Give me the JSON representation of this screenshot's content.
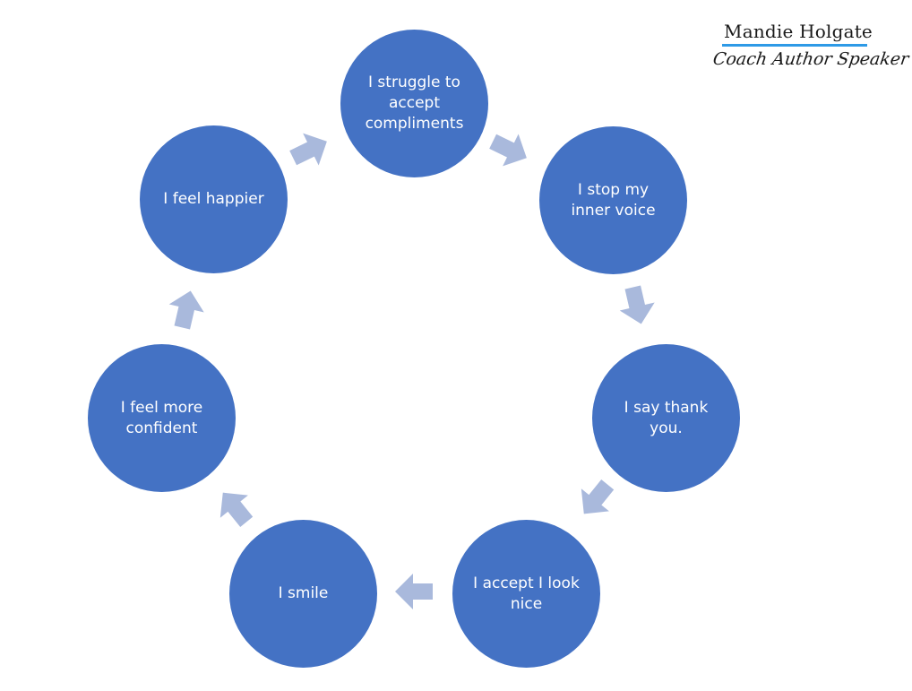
{
  "brand": {
    "name": "Mandie Holgate",
    "tagline": "Coach Author Speaker",
    "rule_color": "#2e9ae6"
  },
  "cycle": {
    "node_color": "#4472c4",
    "arrow_color": "#a9b9dc",
    "nodes": [
      {
        "id": "struggle",
        "label": "I struggle to accept compliments"
      },
      {
        "id": "stop-inner-voice",
        "label": "I stop my inner voice"
      },
      {
        "id": "say-thank-you",
        "label": "I say thank you."
      },
      {
        "id": "accept-look-nice",
        "label": "I accept I look nice"
      },
      {
        "id": "smile",
        "label": "I smile"
      },
      {
        "id": "feel-more-confident",
        "label": "I feel more confident"
      },
      {
        "id": "feel-happier",
        "label": "I feel happier"
      }
    ]
  }
}
